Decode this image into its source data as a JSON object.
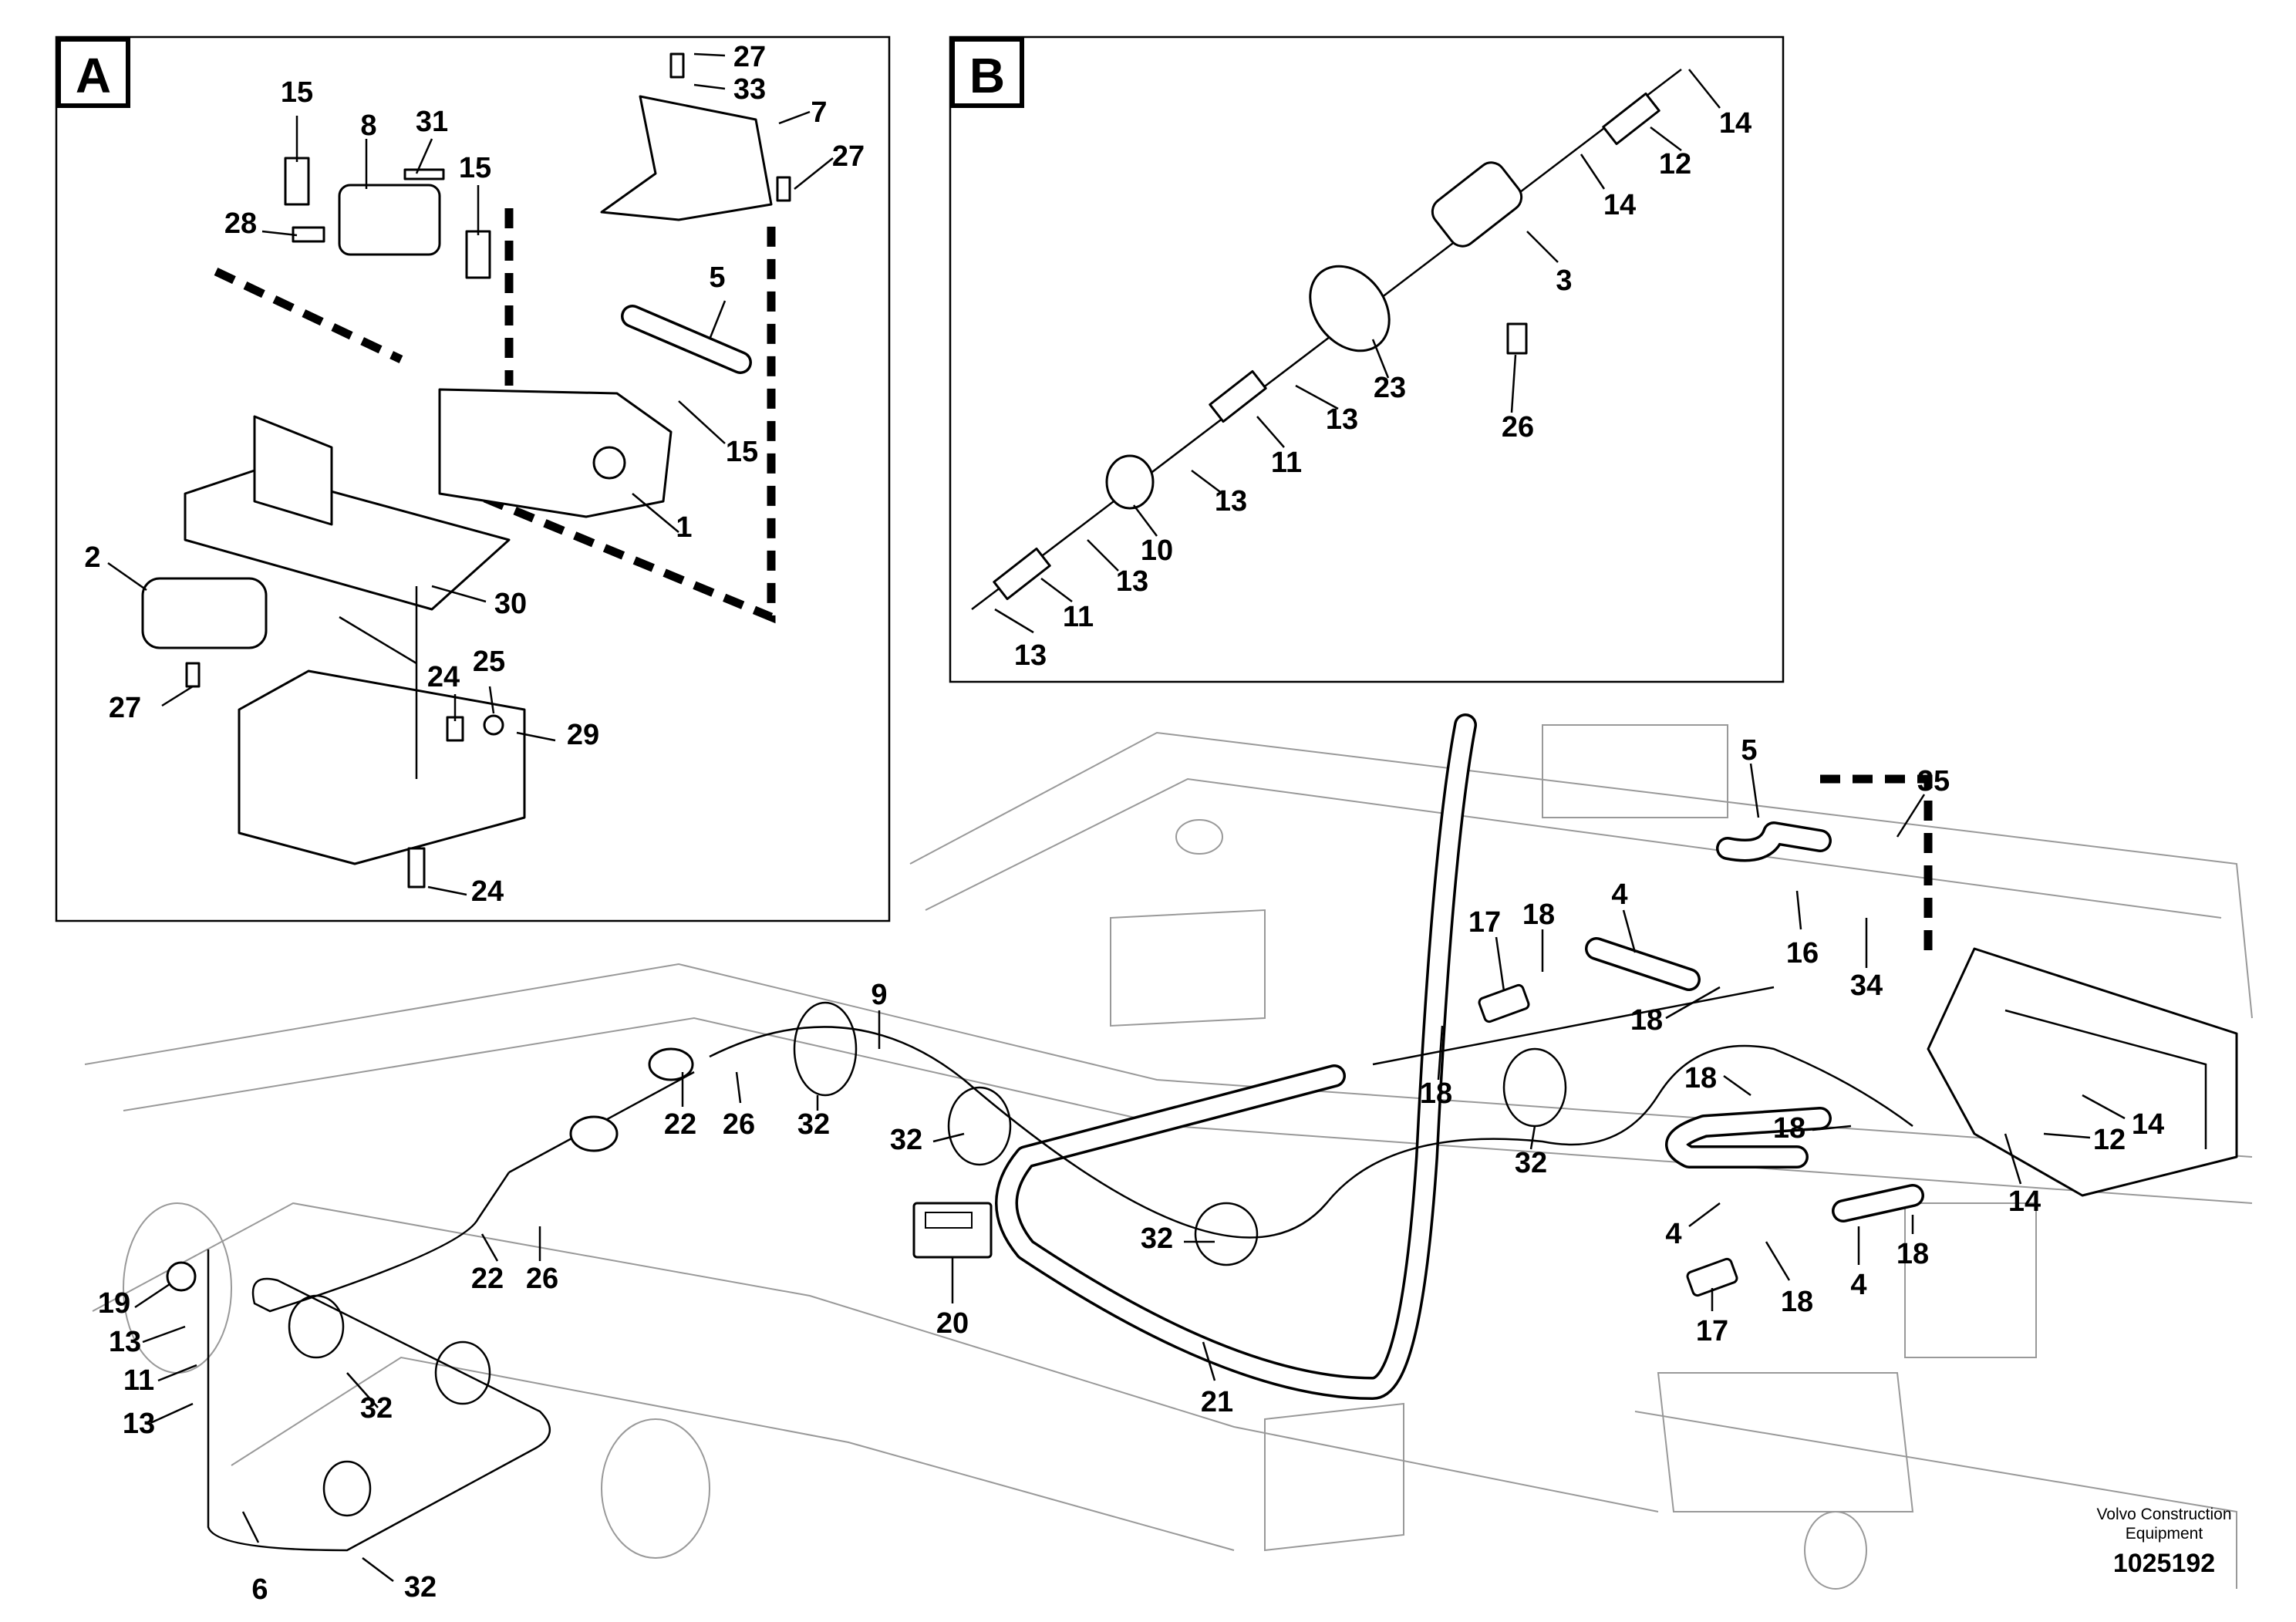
{
  "insets": [
    {
      "id": "A",
      "label": "A"
    },
    {
      "id": "B",
      "label": "B"
    }
  ],
  "callouts_inset_a": [
    "27",
    "33",
    "7",
    "27",
    "15",
    "8",
    "31",
    "15",
    "28",
    "5",
    "15",
    "1",
    "2",
    "30",
    "24",
    "25",
    "29",
    "27",
    "24"
  ],
  "callouts_inset_b": [
    "14",
    "12",
    "14",
    "3",
    "23",
    "26",
    "13",
    "11",
    "13",
    "10",
    "13",
    "11",
    "13"
  ],
  "callouts_main": [
    "5",
    "35",
    "4",
    "17",
    "18",
    "16",
    "34",
    "9",
    "18",
    "18",
    "22",
    "26",
    "32",
    "32",
    "18",
    "18",
    "12",
    "14",
    "32",
    "14",
    "32",
    "4",
    "18",
    "20",
    "22",
    "26",
    "19",
    "13",
    "11",
    "13",
    "17",
    "18",
    "4",
    "21",
    "32",
    "32",
    "6"
  ],
  "caption": {
    "organization": "Volvo Construction Equipment",
    "drawing_number": "1025192"
  }
}
